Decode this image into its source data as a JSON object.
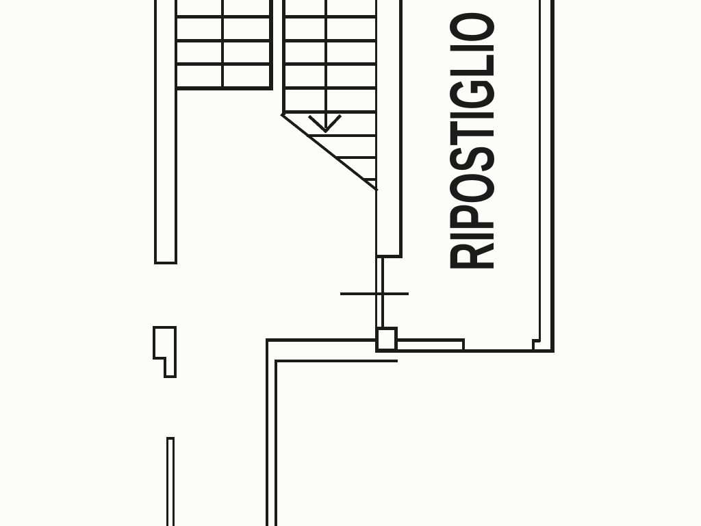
{
  "page": {
    "background_color": "#fcfcfb",
    "ink_color": "#1b1b1b"
  },
  "floor_plan": {
    "room_label": "RIPOSTIGLIO",
    "drawing_type": "scanned floor plan crop",
    "elements": [
      {
        "name": "left-exterior-wall"
      },
      {
        "name": "upper-stair-flight"
      },
      {
        "name": "lower-stair-flight"
      },
      {
        "name": "stair-direction-arrow"
      },
      {
        "name": "stair-section-diagonal"
      },
      {
        "name": "central-stair-wall"
      },
      {
        "name": "door-threshold-tick"
      },
      {
        "name": "wall-junction-pier"
      },
      {
        "name": "corridor-left-wall"
      },
      {
        "name": "storage-room-wall"
      },
      {
        "name": "left-door-jamb"
      },
      {
        "name": "lower-left-wall"
      }
    ]
  }
}
